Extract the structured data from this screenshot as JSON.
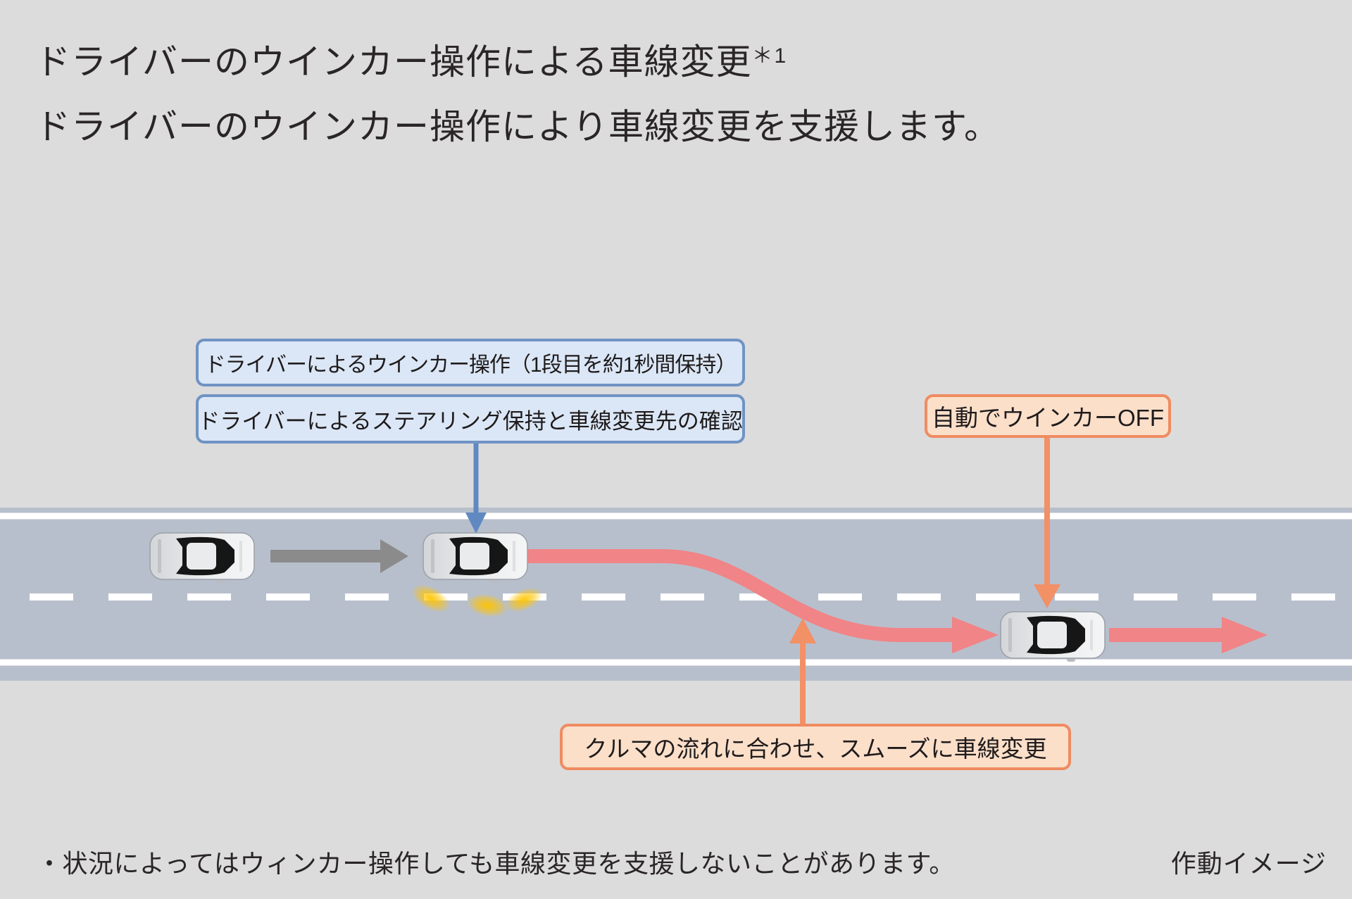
{
  "title": {
    "main": "ドライバーのウインカー操作による車線変更",
    "sup": "＊1"
  },
  "subtitle": "ドライバーのウインカー操作により車線変更を支援します。",
  "callouts": {
    "blinker_operation": "ドライバーによるウインカー操作（1段目を約1秒間保持）",
    "steering_hold": "ドライバーによるステアリング保持と車線変更先の確認",
    "auto_off": "自動でウインカーOFF",
    "smooth_change": "クルマの流れに合わせ、スムーズに車線変更"
  },
  "footer": {
    "note": "・状況によってはウィンカー操作しても車線変更を支援しないことがあります。",
    "caption": "作動イメージ"
  },
  "colors": {
    "bg": "#dcdcdc",
    "road": "#b8bfcc",
    "text": "#2a2526",
    "blue_border": "#7093c3",
    "blue_fill": "#dbe7f6",
    "orange_border": "#ef8c61",
    "orange_fill": "#fbdfc9",
    "pink": "#f08486",
    "orange_arrow": "#f29066",
    "blue_arrow": "#6089c2",
    "gray_arrow": "#8b8b8b"
  }
}
